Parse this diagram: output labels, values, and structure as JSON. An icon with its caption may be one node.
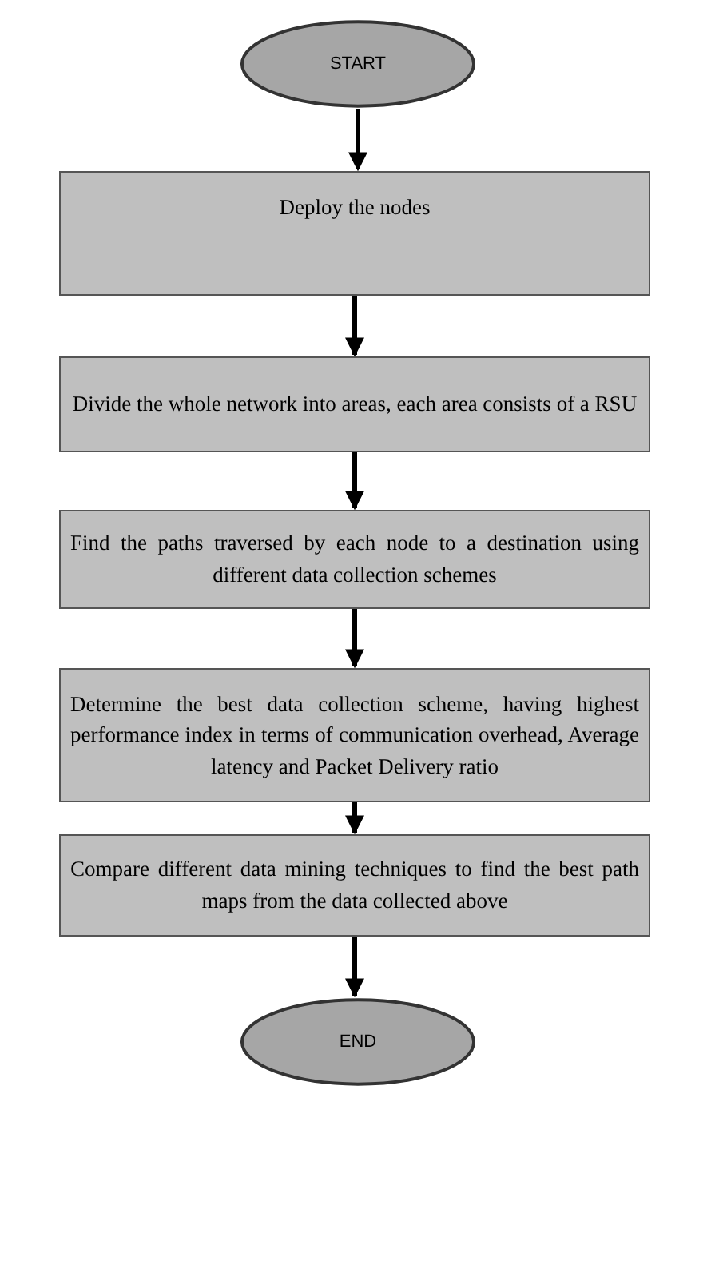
{
  "diagram": {
    "nodes": [
      {
        "text": [
          "START"
        ]
      },
      {
        "text": [
          "Deploy the nodes"
        ]
      },
      {
        "text": [
          "Divide the whole network into areas, each area consists of a RSU"
        ]
      },
      {
        "text": [
          "Find the paths traversed by each node to a destination using different data collection schemes"
        ]
      },
      {
        "text": [
          "Determine the best data collection scheme, having highest performance index in terms of communication overhead, Average latency and Packet Delivery ratio"
        ]
      },
      {
        "text": [
          "Compare different data mining techniques to find the best path maps from the data collected above"
        ]
      },
      {
        "text": [
          "END"
        ]
      }
    ],
    "edges": [
      {
        "from": 0,
        "to": 1,
        "arrow": "to"
      },
      {
        "from": 1,
        "to": 2,
        "arrow": "to"
      },
      {
        "from": 2,
        "to": 3,
        "arrow": "to"
      },
      {
        "from": 3,
        "to": 4,
        "arrow": "to"
      },
      {
        "from": 4,
        "to": 5,
        "arrow": "to"
      },
      {
        "from": 5,
        "to": 6,
        "arrow": "to"
      }
    ]
  }
}
